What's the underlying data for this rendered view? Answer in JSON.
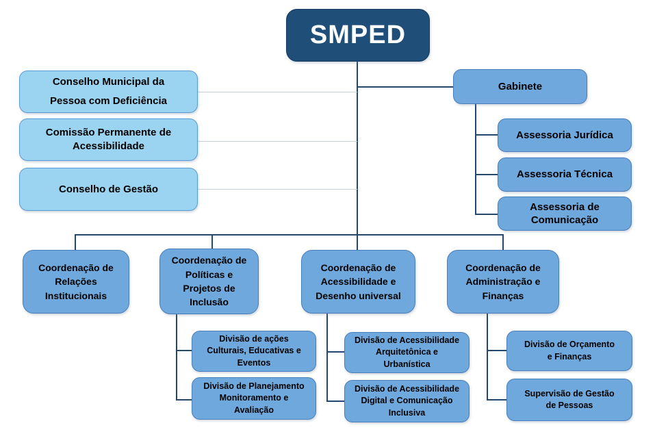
{
  "org": {
    "root": {
      "label": "SMPED"
    },
    "advisory_units": [
      {
        "label": "Conselho Municipal da\nPessoa com Deficiência"
      },
      {
        "label": "Comissão Permanente de\nAcessibilidade"
      },
      {
        "label": "Conselho de Gestão"
      }
    ],
    "gabinete": {
      "label": "Gabinete",
      "children": [
        {
          "label": "Assessoria Jurídica"
        },
        {
          "label": "Assessoria Técnica"
        },
        {
          "label": "Assessoria de\nComunicação"
        }
      ]
    },
    "coordinations": [
      {
        "label": "Coordenação de\nRelações\nInstitucionais",
        "divisions": []
      },
      {
        "label": "Coordenação de\nPolíticas e\nProjetos de\nInclusão",
        "divisions": [
          {
            "label": "Divisão de ações\nCulturais, Educativas e\nEventos"
          },
          {
            "label": "Divisão de Planejamento\nMonitoramento e\nAvaliação"
          }
        ]
      },
      {
        "label": "Coordenação de\nAcessibilidade e\nDesenho universal",
        "divisions": [
          {
            "label": "Divisão de Acessibilidade\nArquitetônica e\nUrbanística"
          },
          {
            "label": "Divisão de Acessibilidade\nDigital e Comunicação\nInclusiva"
          }
        ]
      },
      {
        "label": "Coordenação de\nAdministração e\nFinanças",
        "divisions": [
          {
            "label": "Divisão de Orçamento\ne Finanças"
          },
          {
            "label": "Supervisão de Gestão\nde Pessoas"
          }
        ]
      }
    ]
  },
  "colors": {
    "root_fill": "#1F4E79",
    "root_text": "#FFFFFF",
    "light_fill": "#9BD4F0",
    "light_border": "#5B9BD5",
    "medium_fill": "#6FA8DC",
    "medium_border": "#4A7EBB",
    "connector_dark": "#24476F",
    "connector_light": "#C7D0E0",
    "node_text": "#000000"
  }
}
